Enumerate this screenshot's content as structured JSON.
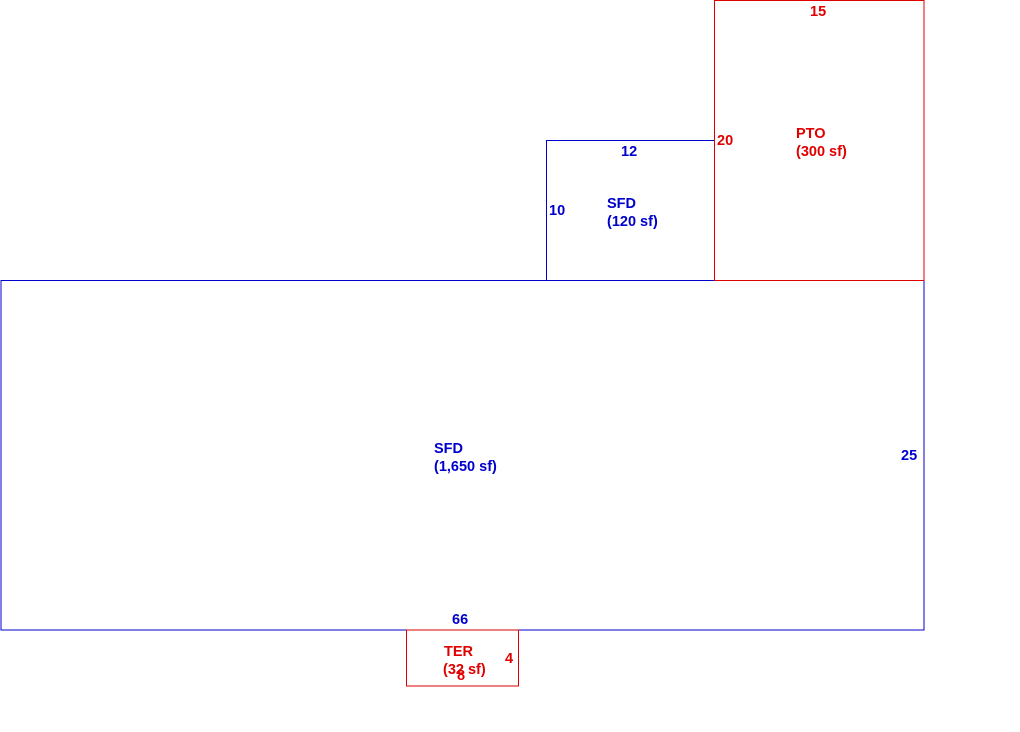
{
  "colors": {
    "sfd": "#0000cc",
    "addition": "#e00000",
    "background": "#ffffff"
  },
  "areas": {
    "main": {
      "code": "SFD",
      "area": "(1,650 sf)",
      "width_dim": "66",
      "depth_dim": "25"
    },
    "upper": {
      "code": "SFD",
      "area": "(120 sf)",
      "width_dim": "12",
      "depth_dim": "10"
    },
    "patio": {
      "code": "PTO",
      "area": "(300 sf)",
      "width_dim": "15",
      "depth_dim": "20"
    },
    "terrace": {
      "code": "TER",
      "area": "(32 sf)",
      "width_dim": "8",
      "depth_dim": "4"
    }
  }
}
